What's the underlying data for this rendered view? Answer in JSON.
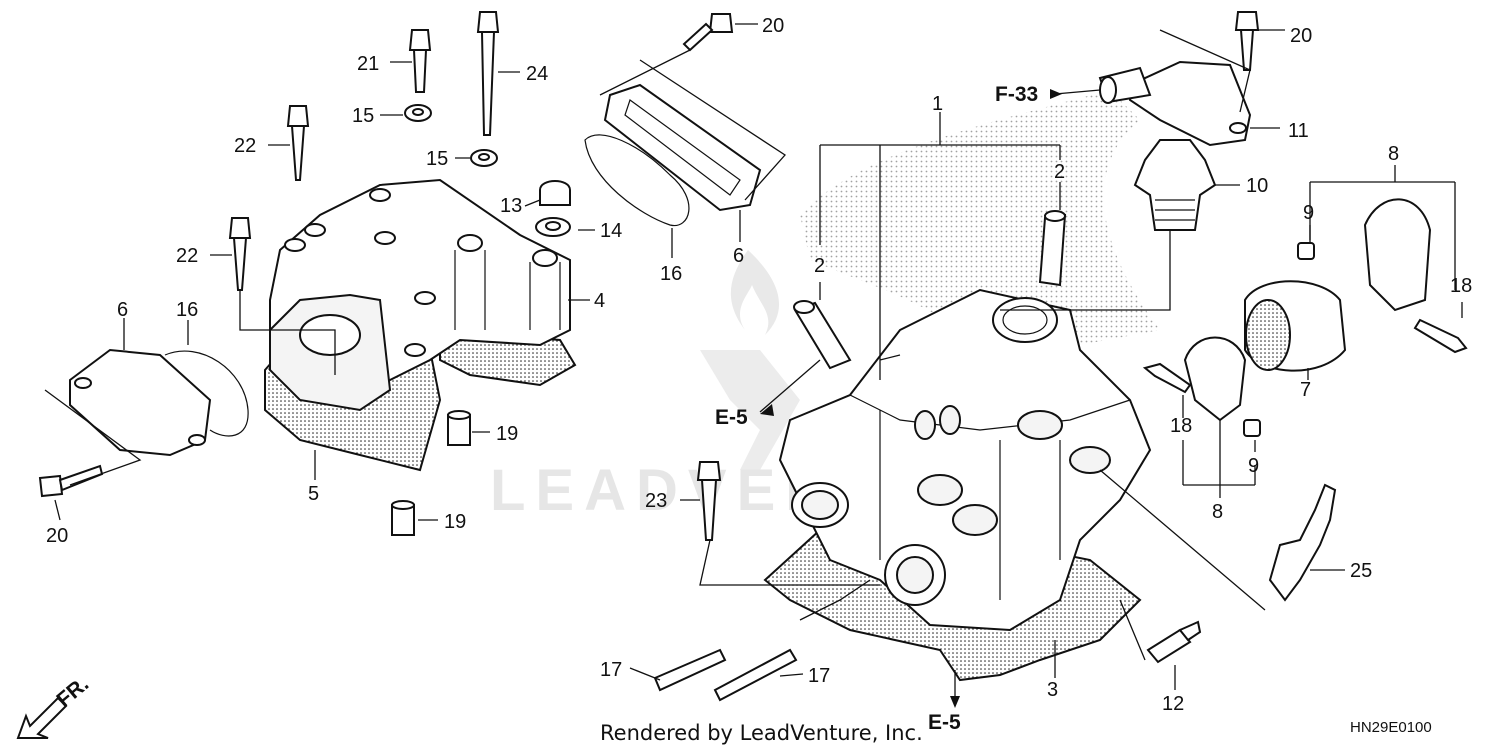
{
  "footer": {
    "rendered_by": "Rendered by LeadVenture, Inc.",
    "diagram_code": "HN29E0100"
  },
  "watermark": {
    "text": "LEADVENTURE"
  },
  "direction_marker": {
    "label": "FR."
  },
  "references": {
    "f33": "F-33",
    "e5_upper": "E-5",
    "e5_lower": "E-5"
  },
  "callouts": {
    "n1": "1",
    "n2a": "2",
    "n2b": "2",
    "n3": "3",
    "n4": "4",
    "n5": "5",
    "n6a": "6",
    "n6b": "6",
    "n7": "7",
    "n8a": "8",
    "n8b": "8",
    "n9a": "9",
    "n9b": "9",
    "n10": "10",
    "n11": "11",
    "n12": "12",
    "n13": "13",
    "n14": "14",
    "n15a": "15",
    "n15b": "15",
    "n16a": "16",
    "n16b": "16",
    "n17a": "17",
    "n17b": "17",
    "n18a": "18",
    "n18b": "18",
    "n19a": "19",
    "n19b": "19",
    "n20a": "20",
    "n20b": "20",
    "n20c": "20",
    "n21": "21",
    "n22a": "22",
    "n22b": "22",
    "n23": "23",
    "n24": "24",
    "n25": "25"
  }
}
